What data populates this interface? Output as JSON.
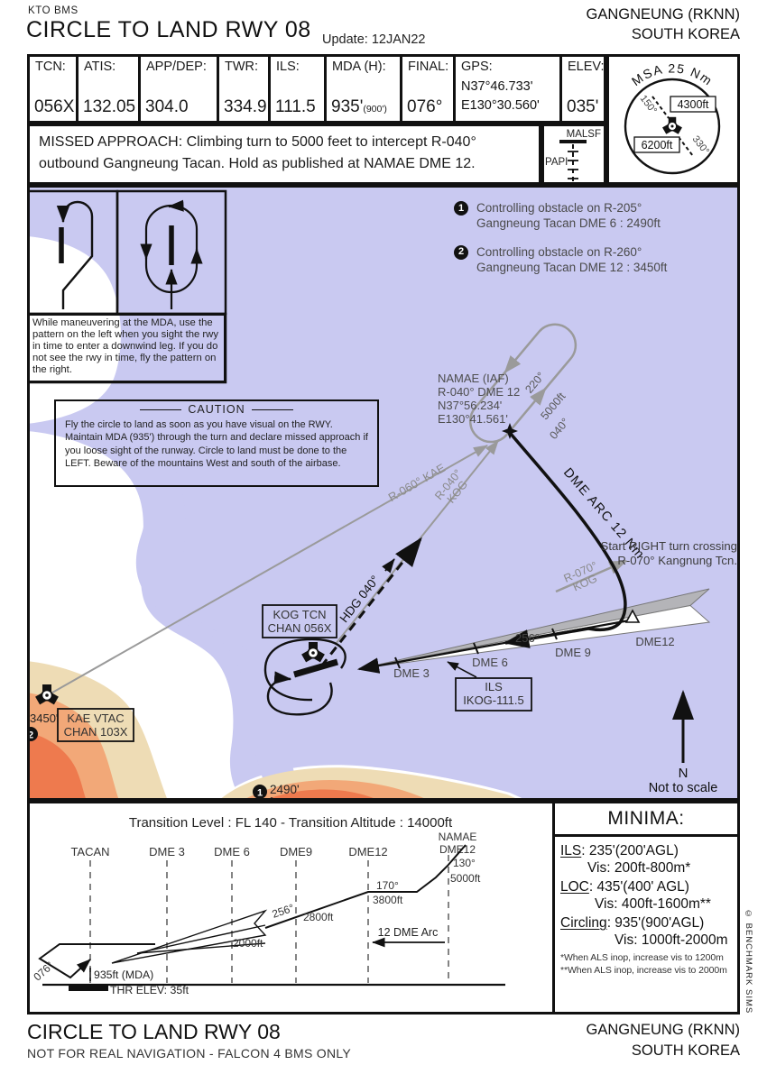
{
  "header": {
    "program": "KTO BMS",
    "title": "CIRCLE TO LAND RWY 08",
    "update": "Update: 12JAN22",
    "airport": "GANGNEUNG (RKNN)",
    "country": "SOUTH KOREA"
  },
  "info_table": {
    "cells": [
      {
        "label": "TCN:",
        "value": "056X"
      },
      {
        "label": "ATIS:",
        "value": "132.05"
      },
      {
        "label": "APP/DEP:",
        "value": "304.0"
      },
      {
        "label": "TWR:",
        "value": "334.9"
      },
      {
        "label": "ILS:",
        "value": "111.5"
      },
      {
        "label": "MDA (H):",
        "value": "935'",
        "value_note": "(900')"
      },
      {
        "label": "FINAL:",
        "value": "076°"
      },
      {
        "label": "GPS:",
        "value": "N37°46.733'",
        "value2": "E130°30.560'"
      },
      {
        "label": "ELEV:",
        "value": "035'"
      }
    ]
  },
  "msa": {
    "title": "MSA 25 Nm",
    "high": "4300ft",
    "low": "6200ft",
    "b1": "150°",
    "b2": "330°"
  },
  "missed_approach": {
    "text": "MISSED APPROACH: Climbing turn to 5000 feet to intercept R-040° outbound Gangneung Tacan. Hold as published at NAMAE DME 12."
  },
  "lighting": {
    "malsf": "MALSF",
    "papi": "PAPI"
  },
  "patterns": {
    "note": "While maneuvering at the MDA, use the pattern on the left when you sight the rwy in time to enter a downwind leg. If you do not see the rwy in time, fly the pattern on the right."
  },
  "obstacle_notes": [
    {
      "num": "1",
      "l1": "Controlling obstacle on R-205°",
      "l2": "Gangneung Tacan DME 6 : 2490ft"
    },
    {
      "num": "2",
      "l1": "Controlling obstacle on R-260°",
      "l2": "Gangneung Tacan DME 12 : 3450ft"
    }
  ],
  "caution": {
    "title": "CAUTION",
    "body": "Fly the circle to land as soon as you have visual on the RWY. Maintain MDA (935') through the turn and declare missed approach if you loose sight of the runway. Circle to land must be done to the LEFT. Beware of the mountains West and south of the airbase."
  },
  "map": {
    "namae": {
      "l1": "NAMAE (IAF)",
      "l2": "R-040° DME 12",
      "l3": "N37°56.234'",
      "l4": "E130°41.561'"
    },
    "hold": {
      "outbound": "220°",
      "altitude": "5000ft",
      "inbound": "040°"
    },
    "radials": {
      "r060": "R-060° KAE",
      "r040_1": "R-040°",
      "r040_2": "KOG",
      "r070_1": "R-070°",
      "r070_2": "KOG",
      "hdg": "HDG 040°"
    },
    "arc_label": "DME ARC 12 Nm",
    "start_turn": {
      "l1": "Start RIGHT turn crossing",
      "l2": "R-070° Kangnung Tcn."
    },
    "kog_box": {
      "l1": "KOG TCN",
      "l2": "CHAN 056X"
    },
    "kae_box": {
      "l1": "KAE VTAC",
      "l2": "CHAN 103X"
    },
    "ils_box": {
      "l1": "ILS",
      "l2": "IKOG-111.5"
    },
    "dme": {
      "d3": "DME 3",
      "d6": "DME 6",
      "d9": "DME 9",
      "d12": "DME12"
    },
    "final_course": "256°",
    "spot_elev_1": "2490'",
    "spot_elev_2": "3450'",
    "north": "N",
    "not_to_scale": "Not to scale"
  },
  "profile": {
    "transition": "Transition Level : FL 140  -  Transition Altitude : 14000ft",
    "cols": [
      "TACAN",
      "DME 3",
      "DME 6",
      "DME9",
      "DME12"
    ],
    "namae_l1": "NAMAE",
    "namae_l2": "DME12",
    "deg130": "130°",
    "alt5000": "5000ft",
    "deg170": "170°",
    "alt3800": "3800ft",
    "crs256": "256°",
    "alt2800": "2800ft",
    "alt2000": "2000ft",
    "arc": "12 DME Arc",
    "deg076": "076°",
    "mda": "935ft (MDA)",
    "thr": "THR ELEV: 35ft"
  },
  "minima": {
    "title": "MINIMA:",
    "rows": [
      {
        "term": "ILS",
        "alt": ": 235'(200'AGL)",
        "vis": "Vis: 200ft-800m*"
      },
      {
        "term": "LOC",
        "alt": ": 435'(400' AGL)",
        "vis": "Vis: 400ft-1600m**"
      },
      {
        "term": "Circling",
        "alt": ": 935'(900'AGL)",
        "vis": "Vis: 1000ft-2000m"
      }
    ],
    "note1": "*When ALS inop, increase vis to 1200m",
    "note2": "**When ALS inop, increase vis to 2000m"
  },
  "copyright": "© BENCHMARK SIMS",
  "footer": {
    "title": "CIRCLE TO LAND RWY 08",
    "warning": "NOT FOR REAL NAVIGATION - FALCON 4 BMS ONLY",
    "airport": "GANGNEUNG (RKNN)",
    "country": "SOUTH KOREA"
  },
  "colors": {
    "water": "#c9c9f1",
    "terrain_low": "#eedcb5",
    "terrain_mid": "#f2a878",
    "terrain_high": "#ee7a4e",
    "ink": "#111111",
    "gray_line": "#9a9a9a",
    "feather": "#b4b4b8"
  }
}
